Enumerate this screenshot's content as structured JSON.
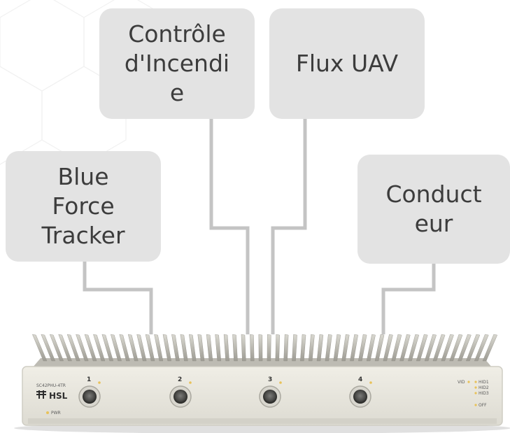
{
  "callouts": {
    "fire_control": "Contrôle\nd'Incendi\ne",
    "uav_feed": "Flux UAV",
    "blue_force_tracker": "Blue\nForce\nTracker",
    "driver": "Conduct\neur"
  },
  "device": {
    "model": "SC42PHU-4TR",
    "brand": "HSL",
    "power_label": "PWR",
    "ports": [
      "1",
      "2",
      "3",
      "4"
    ],
    "indicators": [
      "VID",
      "HID1",
      "HID2",
      "HID3",
      "OFF"
    ]
  },
  "colors": {
    "callout_bg": "#e3e3e3",
    "connector_line": "#c4c4c4",
    "chassis": "#ebe9e1",
    "led": "#e8c25a"
  }
}
